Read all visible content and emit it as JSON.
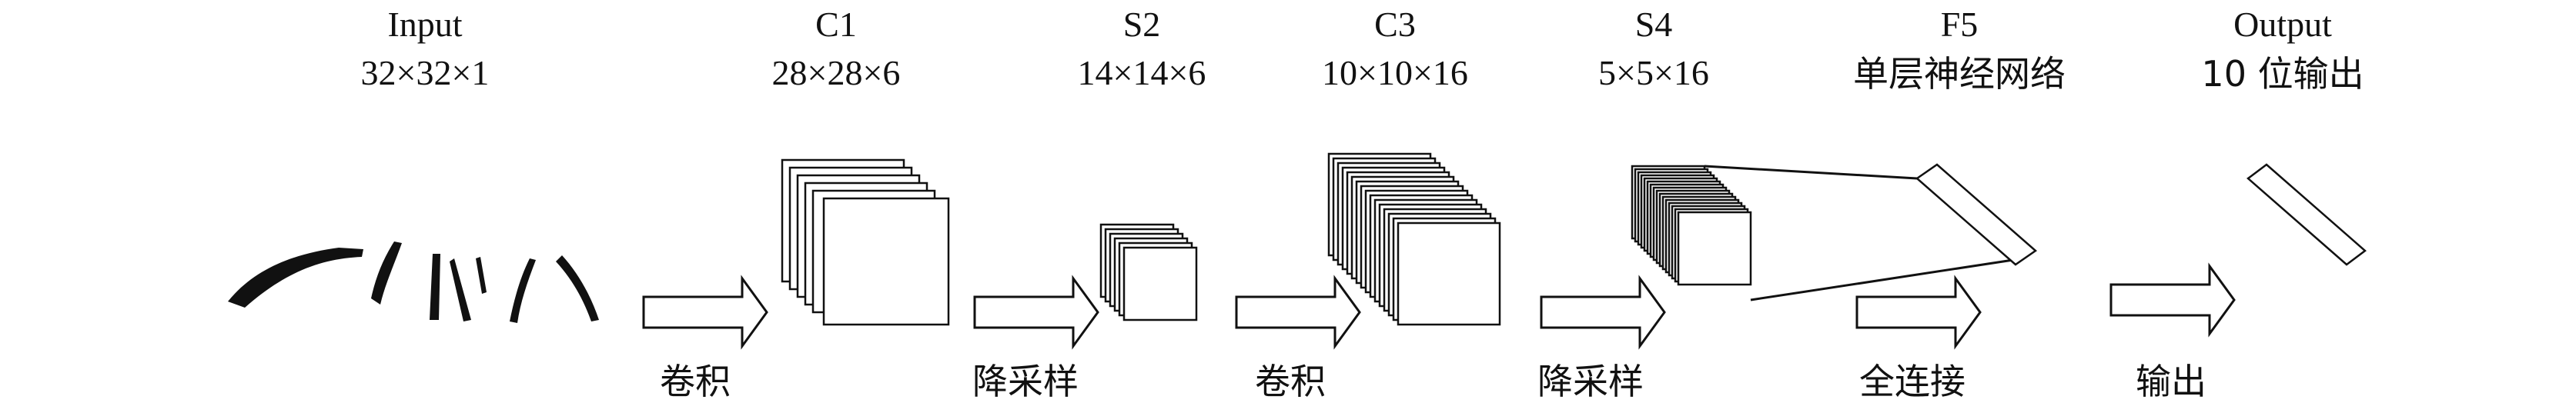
{
  "stages": {
    "input": {
      "name": "Input",
      "dims": "32×32×1"
    },
    "c1": {
      "name": "C1",
      "dims": "28×28×6"
    },
    "s2": {
      "name": "S2",
      "dims": "14×14×6"
    },
    "c3": {
      "name": "C3",
      "dims": "10×10×16"
    },
    "s4": {
      "name": "S4",
      "dims": "5×5×16"
    },
    "f5": {
      "name": "F5",
      "dims": "单层神经网络"
    },
    "output": {
      "name": "Output",
      "dims": "10 位输出"
    }
  },
  "operations": {
    "op1": "卷积",
    "op2": "降采样",
    "op3": "卷积",
    "op4": "降采样",
    "op5": "全连接",
    "op6": "输出"
  }
}
